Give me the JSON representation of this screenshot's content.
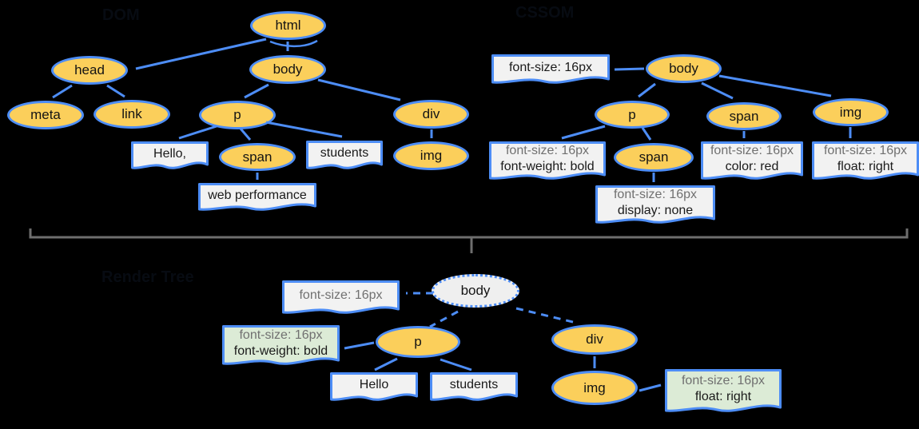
{
  "titles": {
    "dom": "DOM",
    "cssom": "CSSOM",
    "render": "Render Tree"
  },
  "colors": {
    "node_fill": "#FBCF5B",
    "stroke_blue": "#4D8DF6",
    "box_fill": "#F2F2F2",
    "merged_box_fill": "#DCEBD6",
    "render_root_fill": "#EFEFEF",
    "bracket_gray": "#6E6E6E",
    "muted_text": "#707070"
  },
  "dom": {
    "nodes": {
      "html": "html",
      "head": "head",
      "body": "body",
      "meta": "meta",
      "link": "link",
      "p": "p",
      "div": "div",
      "span": "span",
      "img": "img"
    },
    "texts": {
      "hello": "Hello,",
      "students": "students",
      "webperf": "web performance"
    }
  },
  "cssom": {
    "nodes": {
      "body": "body",
      "p": "p",
      "span": "span",
      "span_nested": "span",
      "img": "img"
    },
    "rules": {
      "body": {
        "l1": "font-size: 16px"
      },
      "p": {
        "l1": "font-size: 16px",
        "l2": "font-weight: bold"
      },
      "span_nested": {
        "l1": "font-size: 16px",
        "l2": "display: none"
      },
      "span": {
        "l1": "font-size: 16px",
        "l2": "color: red"
      },
      "img": {
        "l1": "font-size: 16px",
        "l2": "float: right"
      }
    }
  },
  "render": {
    "nodes": {
      "body": "body",
      "p": "p",
      "div": "div",
      "img": "img"
    },
    "texts": {
      "hello": "Hello",
      "students": "students"
    },
    "styles": {
      "body": {
        "l1": "font-size: 16px"
      },
      "p": {
        "l1": "font-size: 16px",
        "l2": "font-weight: bold"
      },
      "img": {
        "l1": "font-size: 16px",
        "l2": "float: right"
      }
    }
  }
}
